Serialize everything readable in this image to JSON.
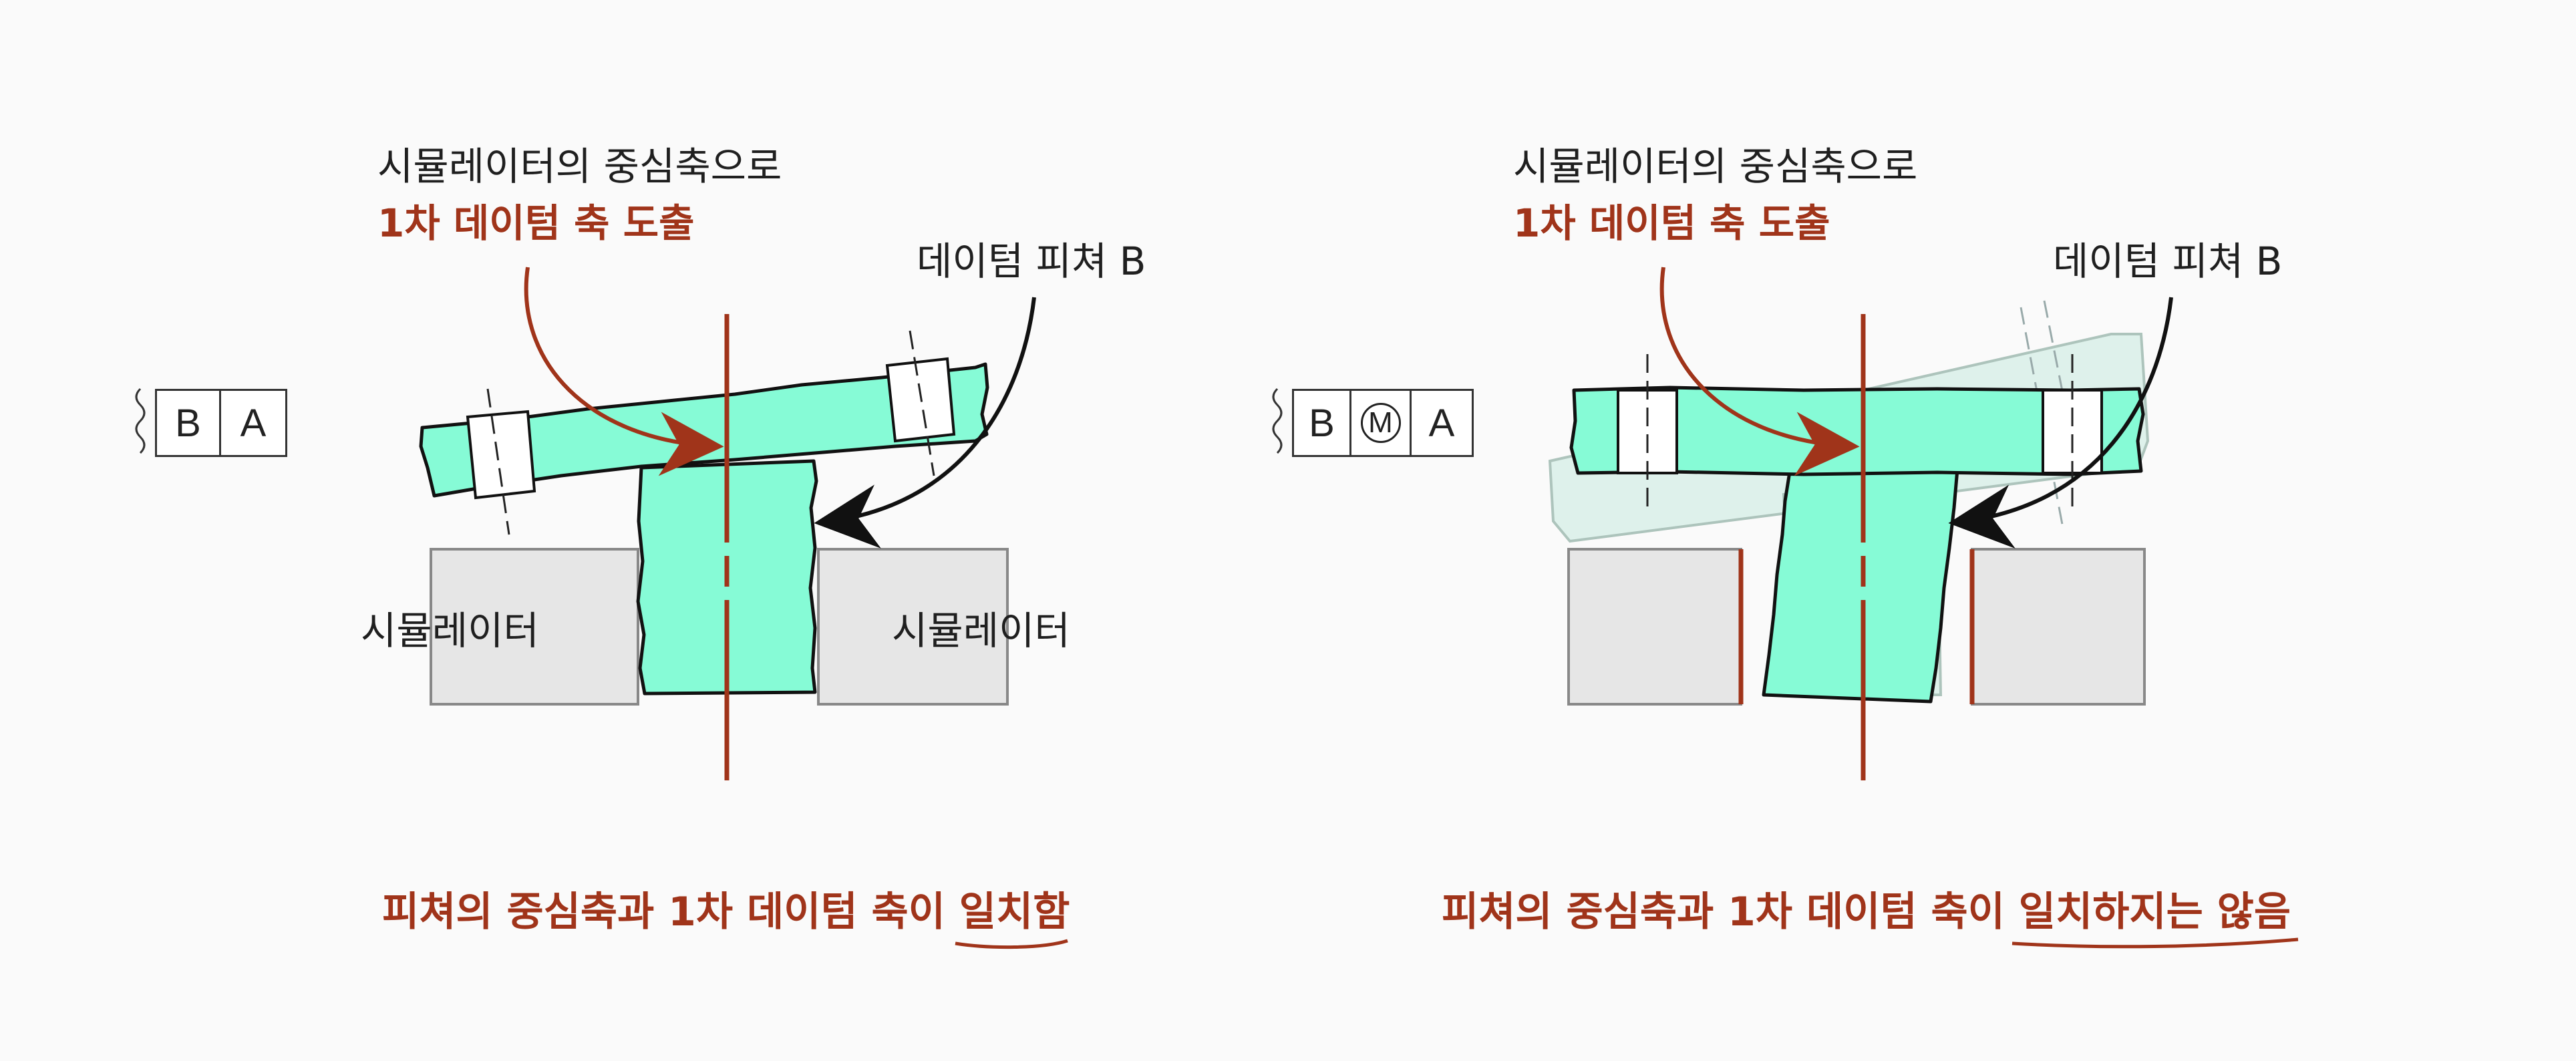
{
  "colors": {
    "accent": "#a0341a",
    "feature_fill": "#86fbd6",
    "simulator_fill": "#e6e6e6",
    "ghost_fill": "#d8efe8"
  },
  "left": {
    "note_line1": "시뮬레이터의 중심축으로",
    "note_line2": "1차 데이텀 축 도출",
    "feature_label": "데이텀 피쳐 B",
    "simulator_left": "시뮬레이터",
    "simulator_right": "시뮬레이터",
    "fcf": [
      "B",
      "A"
    ],
    "caption_main": "피쳐의 중심축과 1차 데이텀 축이 ",
    "caption_underlined": "일치함"
  },
  "right": {
    "note_line1": "시뮬레이터의 중심축으로",
    "note_line2": "1차 데이텀 축 도출",
    "feature_label": "데이텀 피쳐 B",
    "fcf_datum": "B",
    "fcf_modifier": "M",
    "fcf_primary": "A",
    "caption_main": "피쳐의 중심축과 1차 데이텀 축이 ",
    "caption_underlined": "일치하지는 않음"
  }
}
